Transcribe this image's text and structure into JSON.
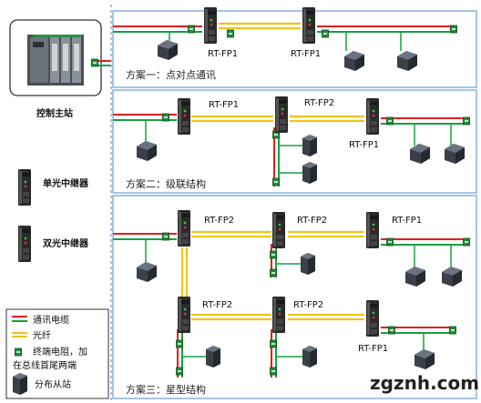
{
  "left_panel": {
    "master_label": "控制主站",
    "single_repeater_label": "单光中继器",
    "dual_repeater_label": "双光中继器"
  },
  "legend": {
    "cable_label": "通讯电缆",
    "fiber_label": "光纤",
    "terminator_label_1": "终端电阻，加",
    "terminator_label_2": "在总线首尾两端",
    "slave_label": "分布从站"
  },
  "scheme1": {
    "title": "方案一：点对点通讯",
    "repeater_a": "RT-FP1",
    "repeater_b": "RT-FP1"
  },
  "scheme2": {
    "title": "方案二：级联结构",
    "repeater_a": "RT-FP1",
    "repeater_b": "RT-FP2",
    "repeater_c": "RT-FP1"
  },
  "scheme3": {
    "title": "方案三：星型结构",
    "repeater_a": "RT-FP2",
    "repeater_b": "RT-FP2",
    "repeater_c": "RT-FP1",
    "repeater_d": "RT-FP2",
    "repeater_e": "RT-FP2",
    "repeater_f": "RT-FP1"
  },
  "watermark": "zgznh.com",
  "colors": {
    "cable_red": "#e02020",
    "cable_green": "#18a040",
    "fiber_yellow": "#f2c21a",
    "border_blue": "#6a9ed8"
  }
}
